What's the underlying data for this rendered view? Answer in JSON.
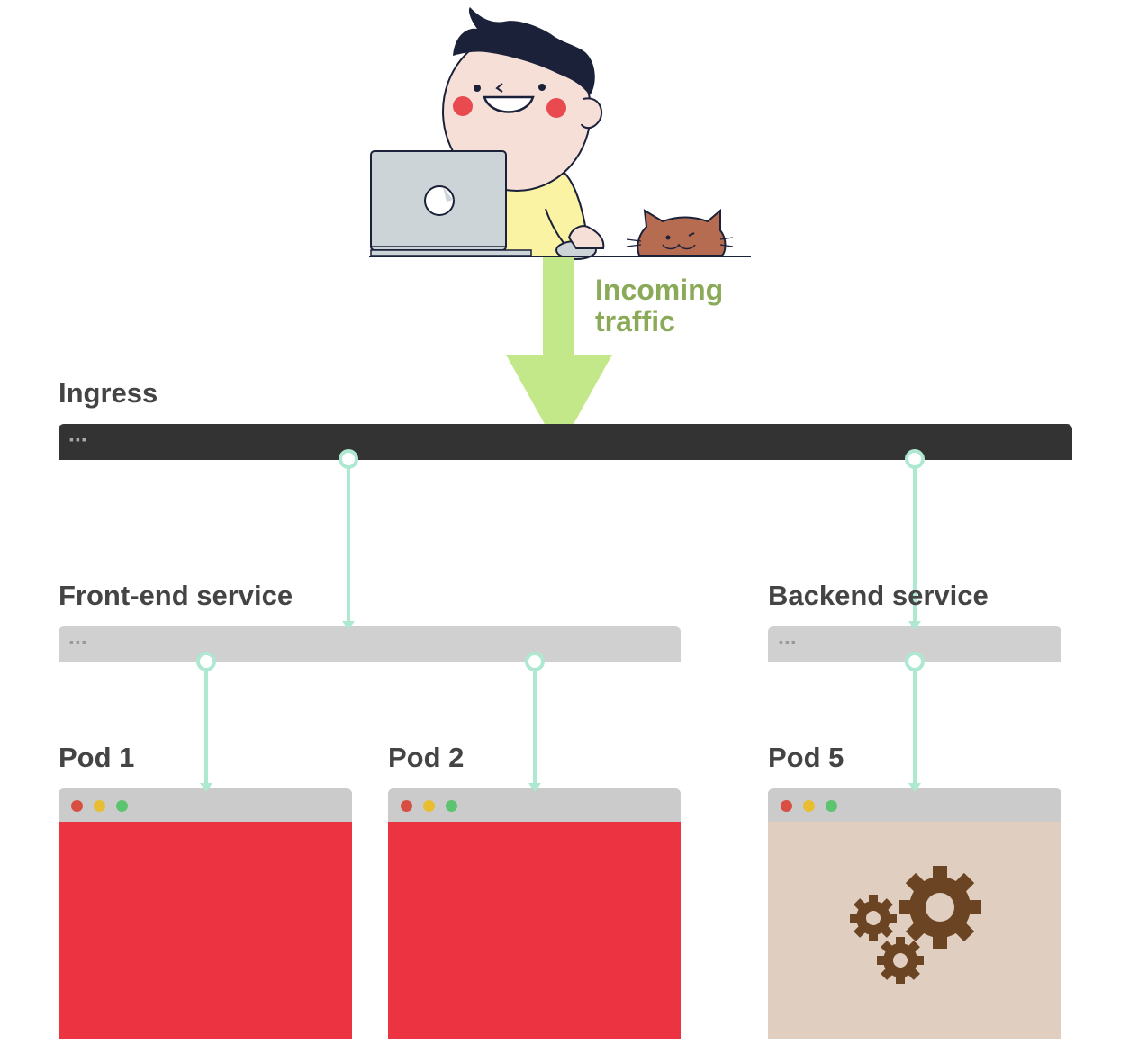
{
  "incoming": {
    "line1": "Incoming",
    "line2": "traffic"
  },
  "ingress": {
    "label": "Ingress",
    "dots": "▪▪▪"
  },
  "frontend": {
    "label": "Front-end service",
    "dots": "▪▪▪"
  },
  "backend": {
    "label": "Backend service",
    "dots": "▪▪▪"
  },
  "pods": [
    {
      "label": "Pod 1",
      "body_color": "#ec3342"
    },
    {
      "label": "Pod 2",
      "body_color": "#ec3342"
    },
    {
      "label": "Pod 5",
      "body_color": "#e0cfc0",
      "icon": "gears-icon"
    }
  ],
  "colors": {
    "arrow": "#c3e88a",
    "incoming_text": "#8aaa58",
    "connector": "#aee8d0",
    "label_text": "#444444",
    "ingress_bar": "#333333",
    "service_bar": "#d0d0d0",
    "gear": "#6b4423"
  }
}
